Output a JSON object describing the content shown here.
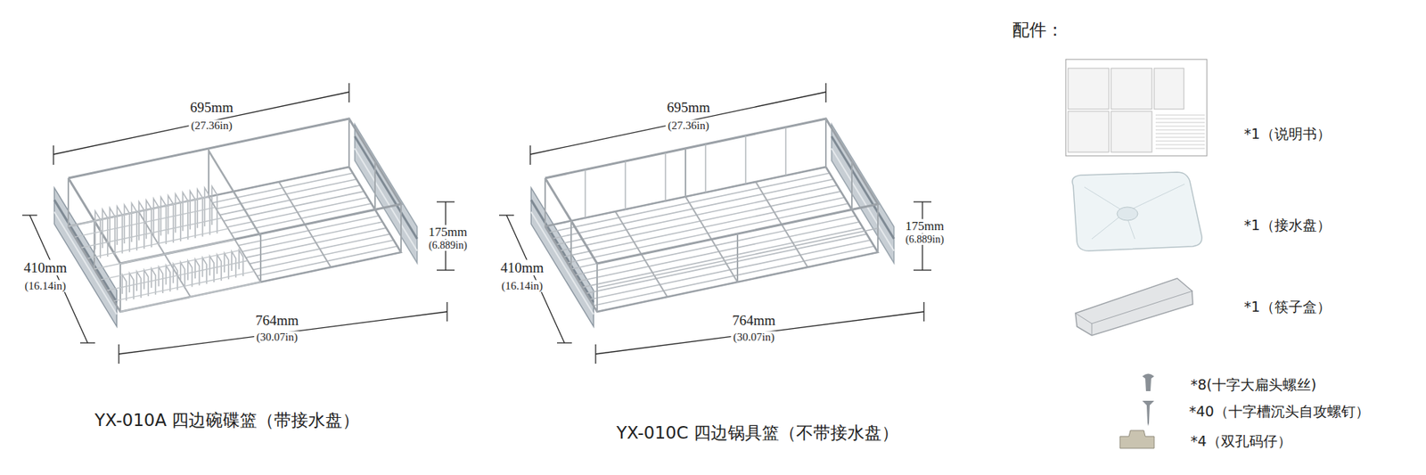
{
  "diagram": {
    "labels": [
      "695mm",
      "(27.36in)",
      "410mm",
      "(16.14in)",
      "175mm",
      "(6.889in)",
      "764mm",
      "(30.07in)",
      "YX-010A 四边碗碟篮（带接水盘）",
      "695mm",
      "(27.36in)",
      "410mm",
      "(16.14in)",
      "175mm",
      "(6.889in)",
      "764mm",
      "(30.07in)",
      "YX-010C 四边锅具篮（不带接水盘）",
      "配件：",
      "*1（说明书）",
      "*1（接水盘）",
      "*1（筷子盒）",
      "*8(十字大扁头螺丝)",
      "*40（十字槽沉头自攻螺钉）",
      "*4（双孔码仔）"
    ]
  }
}
